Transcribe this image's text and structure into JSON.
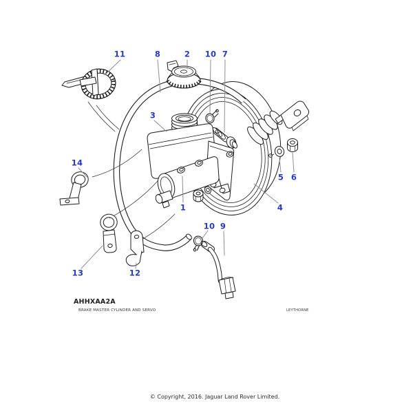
{
  "figure": {
    "code": "AHHXAA2A",
    "caption": "BRAKE MASTER CYLINDER AND SERVO",
    "plant": "LEYTHORNE",
    "copyright": "© Copyright, 2016. Jaguar Land Rover Limited."
  },
  "colors": {
    "callout_number": "#2639cc",
    "drawing_line": "#1c1c1c",
    "leader_line": "#8d8d97",
    "background": "#ffffff"
  },
  "callouts": [
    {
      "label": "11"
    },
    {
      "label": "8"
    },
    {
      "label": "2"
    },
    {
      "label": "10"
    },
    {
      "label": "7"
    },
    {
      "label": "3"
    },
    {
      "label": "14"
    },
    {
      "label": "1"
    },
    {
      "label": "5"
    },
    {
      "label": "6"
    },
    {
      "label": "4"
    },
    {
      "label": "10"
    },
    {
      "label": "9"
    },
    {
      "label": "13"
    },
    {
      "label": "12"
    }
  ]
}
